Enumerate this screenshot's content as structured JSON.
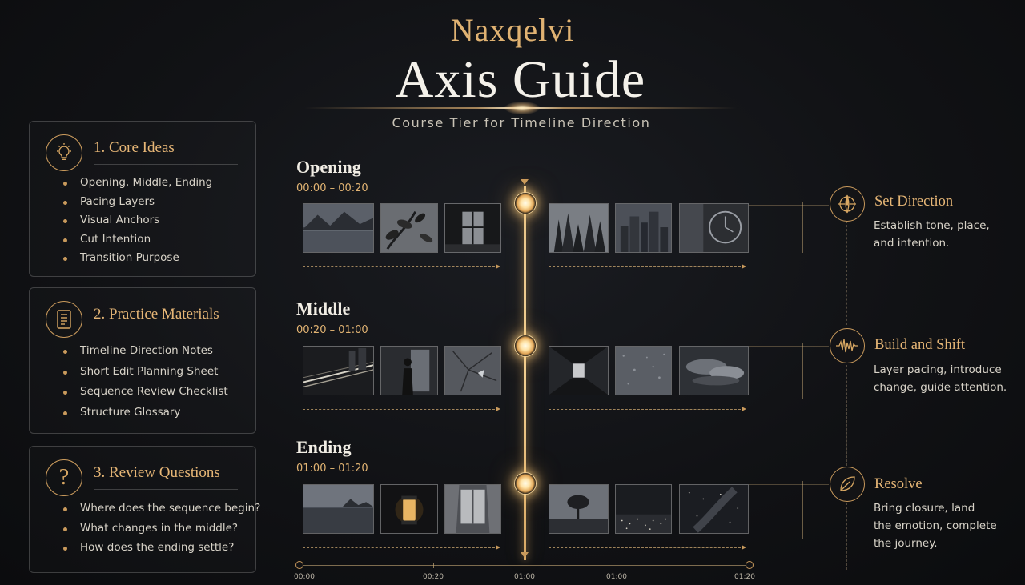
{
  "header": {
    "brand": "Naxqelvi",
    "title": "Axis Guide",
    "subtitle": "Course Tier for Timeline Direction"
  },
  "panels": [
    {
      "title": "1. Core Ideas",
      "icon": "lightbulb-icon",
      "items": [
        "Opening, Middle, Ending",
        "Pacing Layers",
        "Visual Anchors",
        "Cut Intention",
        "Transition Purpose"
      ]
    },
    {
      "title": "2. Practice Materials",
      "icon": "document-icon",
      "items": [
        "Timeline Direction Notes",
        "Short Edit Planning Sheet",
        "Sequence Review Checklist",
        "Structure Glossary"
      ]
    },
    {
      "title": "3. Review Questions",
      "icon": "question-icon",
      "items": [
        "Where does the sequence begin?",
        "What changes in the middle?",
        "How does the ending settle?"
      ]
    }
  ],
  "phases": [
    {
      "name": "Opening",
      "time": "00:00 – 00:20"
    },
    {
      "name": "Middle",
      "time": "00:20 – 01:00"
    },
    {
      "name": "Ending",
      "time": "01:00 – 01:20"
    }
  ],
  "stages": [
    {
      "title": "Set Direction",
      "icon": "compass-icon",
      "lines": [
        "Establish tone, place,",
        "and intention."
      ]
    },
    {
      "title": "Build and Shift",
      "icon": "waveform-icon",
      "lines": [
        "Layer pacing, introduce",
        "change, guide attention."
      ]
    },
    {
      "title": "Resolve",
      "icon": "leaf-icon",
      "lines": [
        "Bring closure, land",
        "the emotion, complete",
        "the journey."
      ]
    }
  ],
  "ruler": [
    "00:00",
    "00:20",
    "01:00",
    "01:00",
    "01:20"
  ],
  "colors": {
    "accent": "#e6b676",
    "background": "#111215",
    "glow": "#ffe3a6"
  }
}
